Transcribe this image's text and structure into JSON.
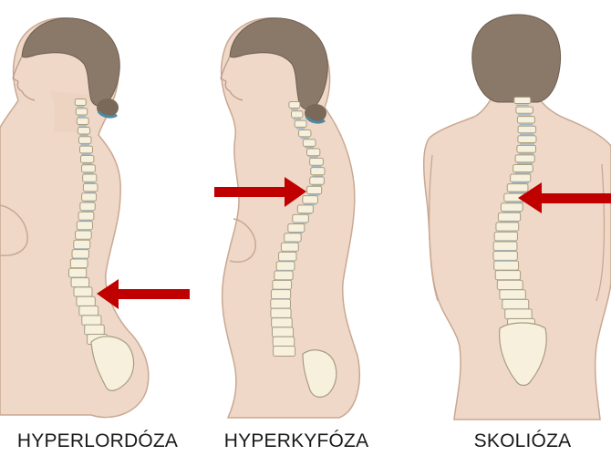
{
  "figures": [
    {
      "caption": "HYPERLORDÓZA",
      "view": "side",
      "arrow_direction": "left"
    },
    {
      "caption": "HYPERKYFÓZA",
      "view": "side",
      "arrow_direction": "right"
    },
    {
      "caption": "SKOLIÓZA",
      "view": "back",
      "arrow_direction": "left"
    }
  ],
  "colors": {
    "skin": "#efd8c8",
    "skin_shadow": "#d9b9a4",
    "outline": "#b89886",
    "hair": "#8a7868",
    "hair_dark": "#6e5e50",
    "vertebra": "#f6f0dc",
    "vertebra_outline": "#a89c80",
    "disc": "#9fb8c8",
    "arrow": "#c00000"
  }
}
